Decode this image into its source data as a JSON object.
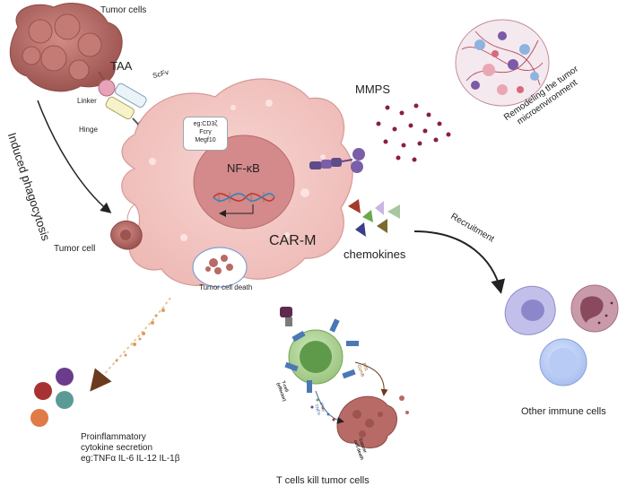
{
  "labels": {
    "tumor_cells": "Tumor cells",
    "taa": "TAA",
    "scfv": "ScFv",
    "linker": "Linker",
    "hinge": "Hinge",
    "receptor_examples": [
      "eg:CD3ζ",
      "Fcrγ",
      "Megf10"
    ],
    "mmps": "MMPS",
    "remodeling": [
      "Remodeling the tumor",
      "microenvironment"
    ],
    "induced_phagocytosis": "Induced phagocytosis",
    "nfkb": "NF-κB",
    "car_m": "CAR-M",
    "tumor_cell": "Tumor cell",
    "tumor_cell_death": "Tumor cell death",
    "chemokines": "chemokines",
    "recruitment": "Recruitment",
    "other_immune_cells": "Other immune cells",
    "cytokine": [
      "Proinflammatory",
      "cytokine secretion",
      "eg:TNFα IL-6 IL-12 IL-1β"
    ],
    "t_cells_kill": "T cells kill tumor cells",
    "t_cell_effector": [
      "T-cell",
      "(effector)"
    ],
    "ifn_tnf": [
      "IFNγ",
      "TNFα"
    ],
    "prf_gzmb": [
      "Prf1",
      "GzmB"
    ],
    "cancer_cell_death": [
      "Cancer",
      "cell death"
    ]
  },
  "colors": {
    "macrophage": "#f3c7c4",
    "macrophage_edge": "#e0a6a3",
    "nucleus": "#d78b89",
    "tumor": "#b86a66",
    "mmp_dots": "#8a1f3c",
    "chemokine_red": "#a33a2e",
    "chemokine_green": "#6aa84f",
    "chemokine_lilac": "#c9b6e4",
    "chemokine_sage": "#a9c6a0",
    "chemokine_navy": "#3c3f85",
    "chemokine_olive": "#7a6a2e",
    "tcell": "#a9d18e",
    "receptor_blue": "#4a78b5",
    "cytokine_red": "#a83232",
    "cytokine_purple": "#6b3b8c",
    "cytokine_teal": "#5a9c95",
    "cytokine_orange": "#e07b47"
  }
}
